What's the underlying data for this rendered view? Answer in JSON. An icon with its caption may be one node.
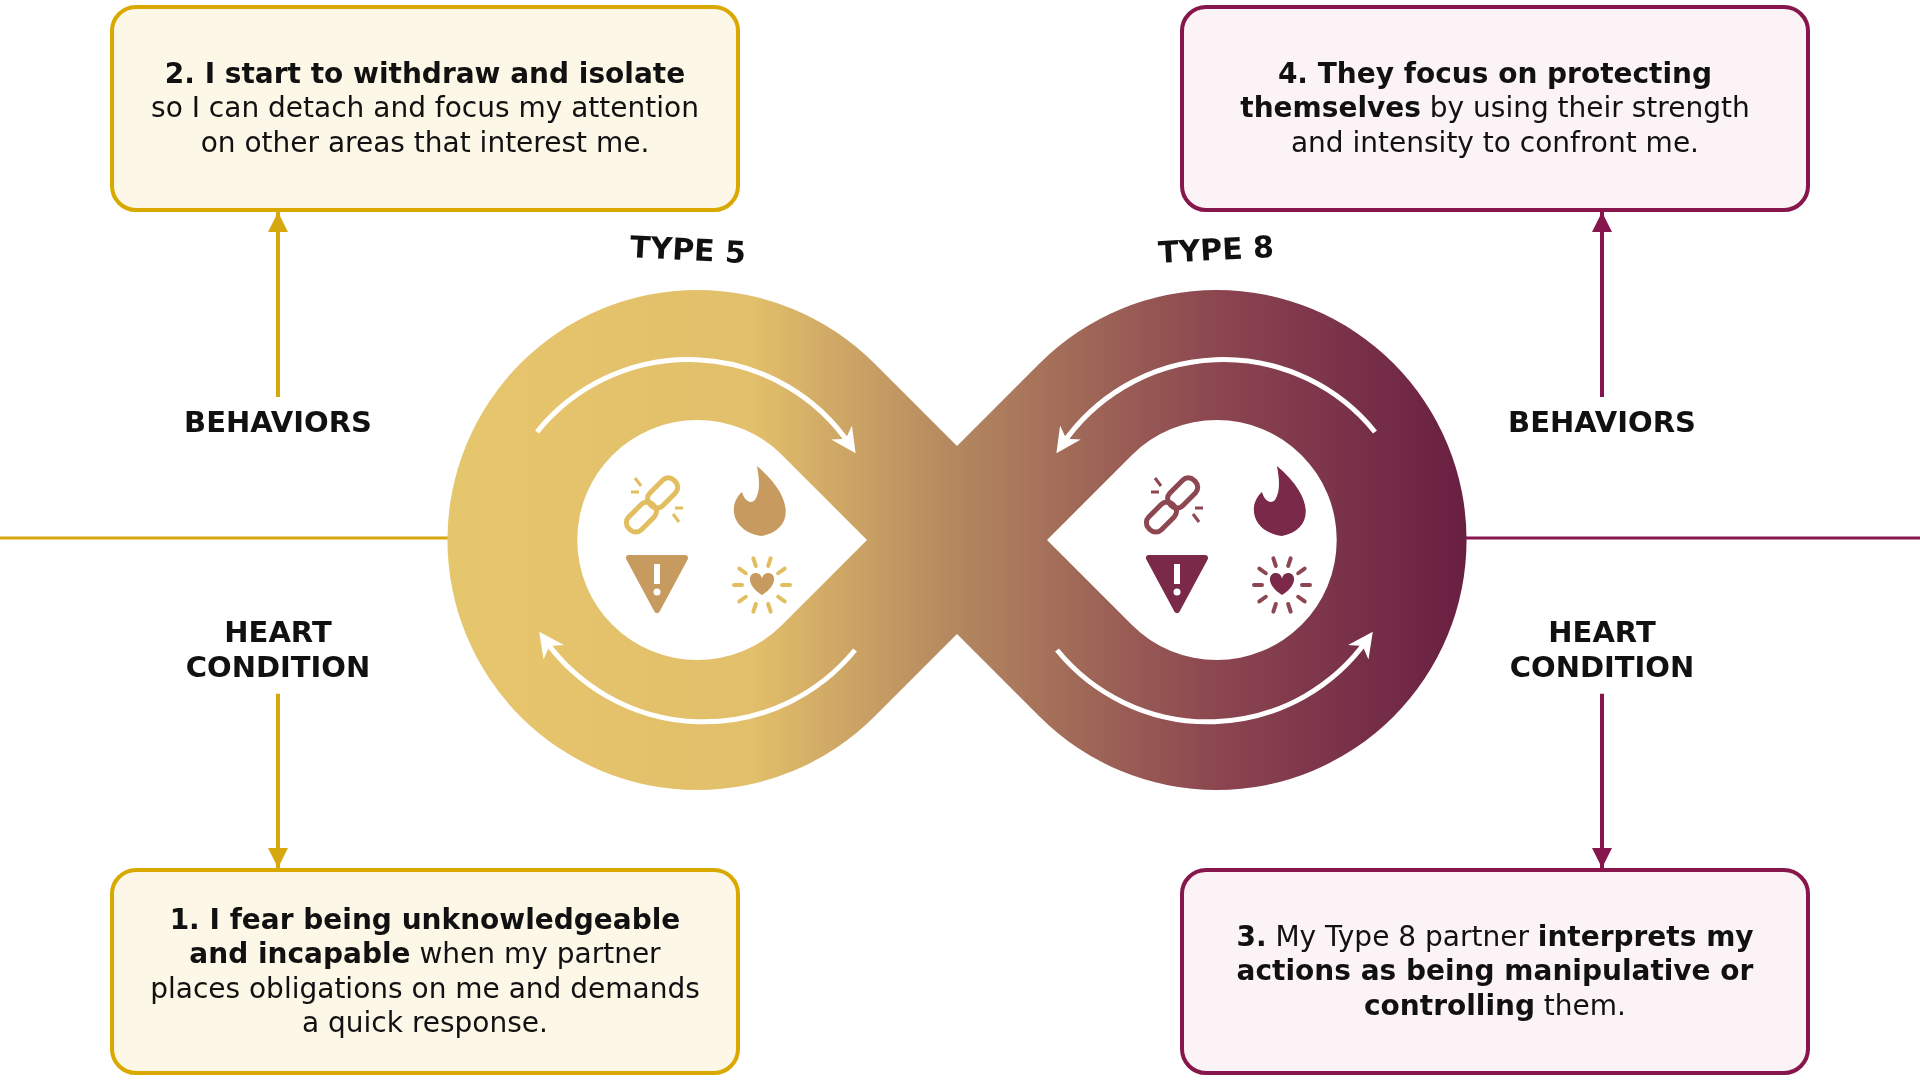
{
  "diagram": {
    "nodes": [
      {
        "text": [
          "**2. I start to withdraw and isolate** so I can detach and focus my attention on other areas that interest me."
        ]
      },
      {
        "text": [
          "**4. They focus on protecting themselves** by using their strength and intensity to confront me."
        ]
      },
      {
        "text": [
          "BEHAVIORS"
        ]
      },
      {
        "text": [
          "BEHAVIORS"
        ]
      },
      {
        "text": [
          "HEART CONDITION"
        ]
      },
      {
        "text": [
          "HEART CONDITION"
        ]
      },
      {
        "text": [
          "**1. I fear being unknowledgeable and incapable** when my partner places obligations on me and demands a quick response."
        ]
      },
      {
        "text": [
          "**3.** My Type 8 partner **interprets my actions as being manipulative or controlling** them."
        ]
      }
    ],
    "edges": [
      {
        "from": 2,
        "to": 0,
        "arrow": "to",
        "color": "#d6a80f"
      },
      {
        "from": 3,
        "to": 1,
        "arrow": "to",
        "color": "#86164b"
      },
      {
        "from": 4,
        "to": 6,
        "arrow": "to",
        "color": "#d6a80f"
      },
      {
        "from": 5,
        "to": 7,
        "arrow": "to",
        "color": "#86164b"
      }
    ],
    "labels": [
      "TYPE 5",
      "TYPE 8"
    ]
  }
}
